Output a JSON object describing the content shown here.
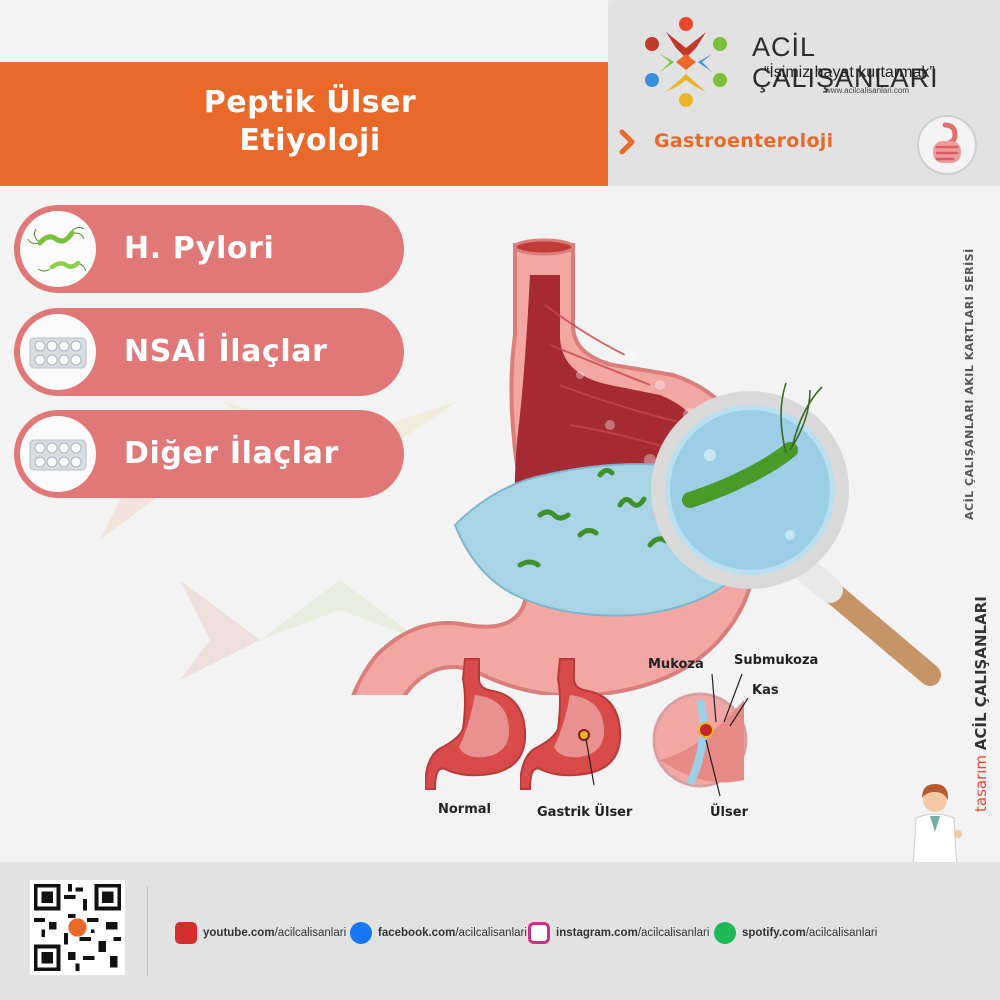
{
  "header": {
    "title_line1": "Peptik Ülser",
    "title_line2": "Etiyoloji",
    "category": "Gastroenteroloji"
  },
  "brand": {
    "name": "ACİL ÇALIŞANLARI",
    "slogan": "“İşimiz hayat kurtarmak”",
    "url": "www.acilcalisanlari.com"
  },
  "causes": [
    {
      "label": "H. Pylori",
      "icon": "bacteria-icon"
    },
    {
      "label": "NSAİ İlaçlar",
      "icon": "pill-blister-icon"
    },
    {
      "label": "Diğer İlaçlar",
      "icon": "pill-blister-icon"
    }
  ],
  "diagram": {
    "labels": {
      "mukoza": "Mukoza",
      "submukoza": "Submukoza",
      "kas": "Kas",
      "normal": "Normal",
      "gastrik_ulser": "Gastrik Ülser",
      "ulser": "Ülser"
    }
  },
  "side": {
    "series": "ACİL ÇALIŞANLARI AKIL KARTLARI SERİSİ",
    "design_prefix": "tasarım",
    "design_brand": "ACİL ÇALIŞANLARI"
  },
  "footer": {
    "social": [
      {
        "icon": "youtube-icon",
        "domain": "youtube.com",
        "handle": "/acilcalisanlari",
        "color": "#d32f2f"
      },
      {
        "icon": "facebook-icon",
        "domain": "facebook.com",
        "handle": "/acilcalisanlari",
        "color": "#1877f2"
      },
      {
        "icon": "instagram-icon",
        "domain": "instagram.com",
        "handle": "/acilcalisanlari",
        "color": "#c13584"
      },
      {
        "icon": "spotify-icon",
        "domain": "spotify.com",
        "handle": "/acilcalisanlari",
        "color": "#1db954"
      }
    ]
  },
  "colors": {
    "accent_orange": "#e8692a",
    "pill_pink": "#e07878",
    "panel_gray": "#e3e2e2"
  }
}
